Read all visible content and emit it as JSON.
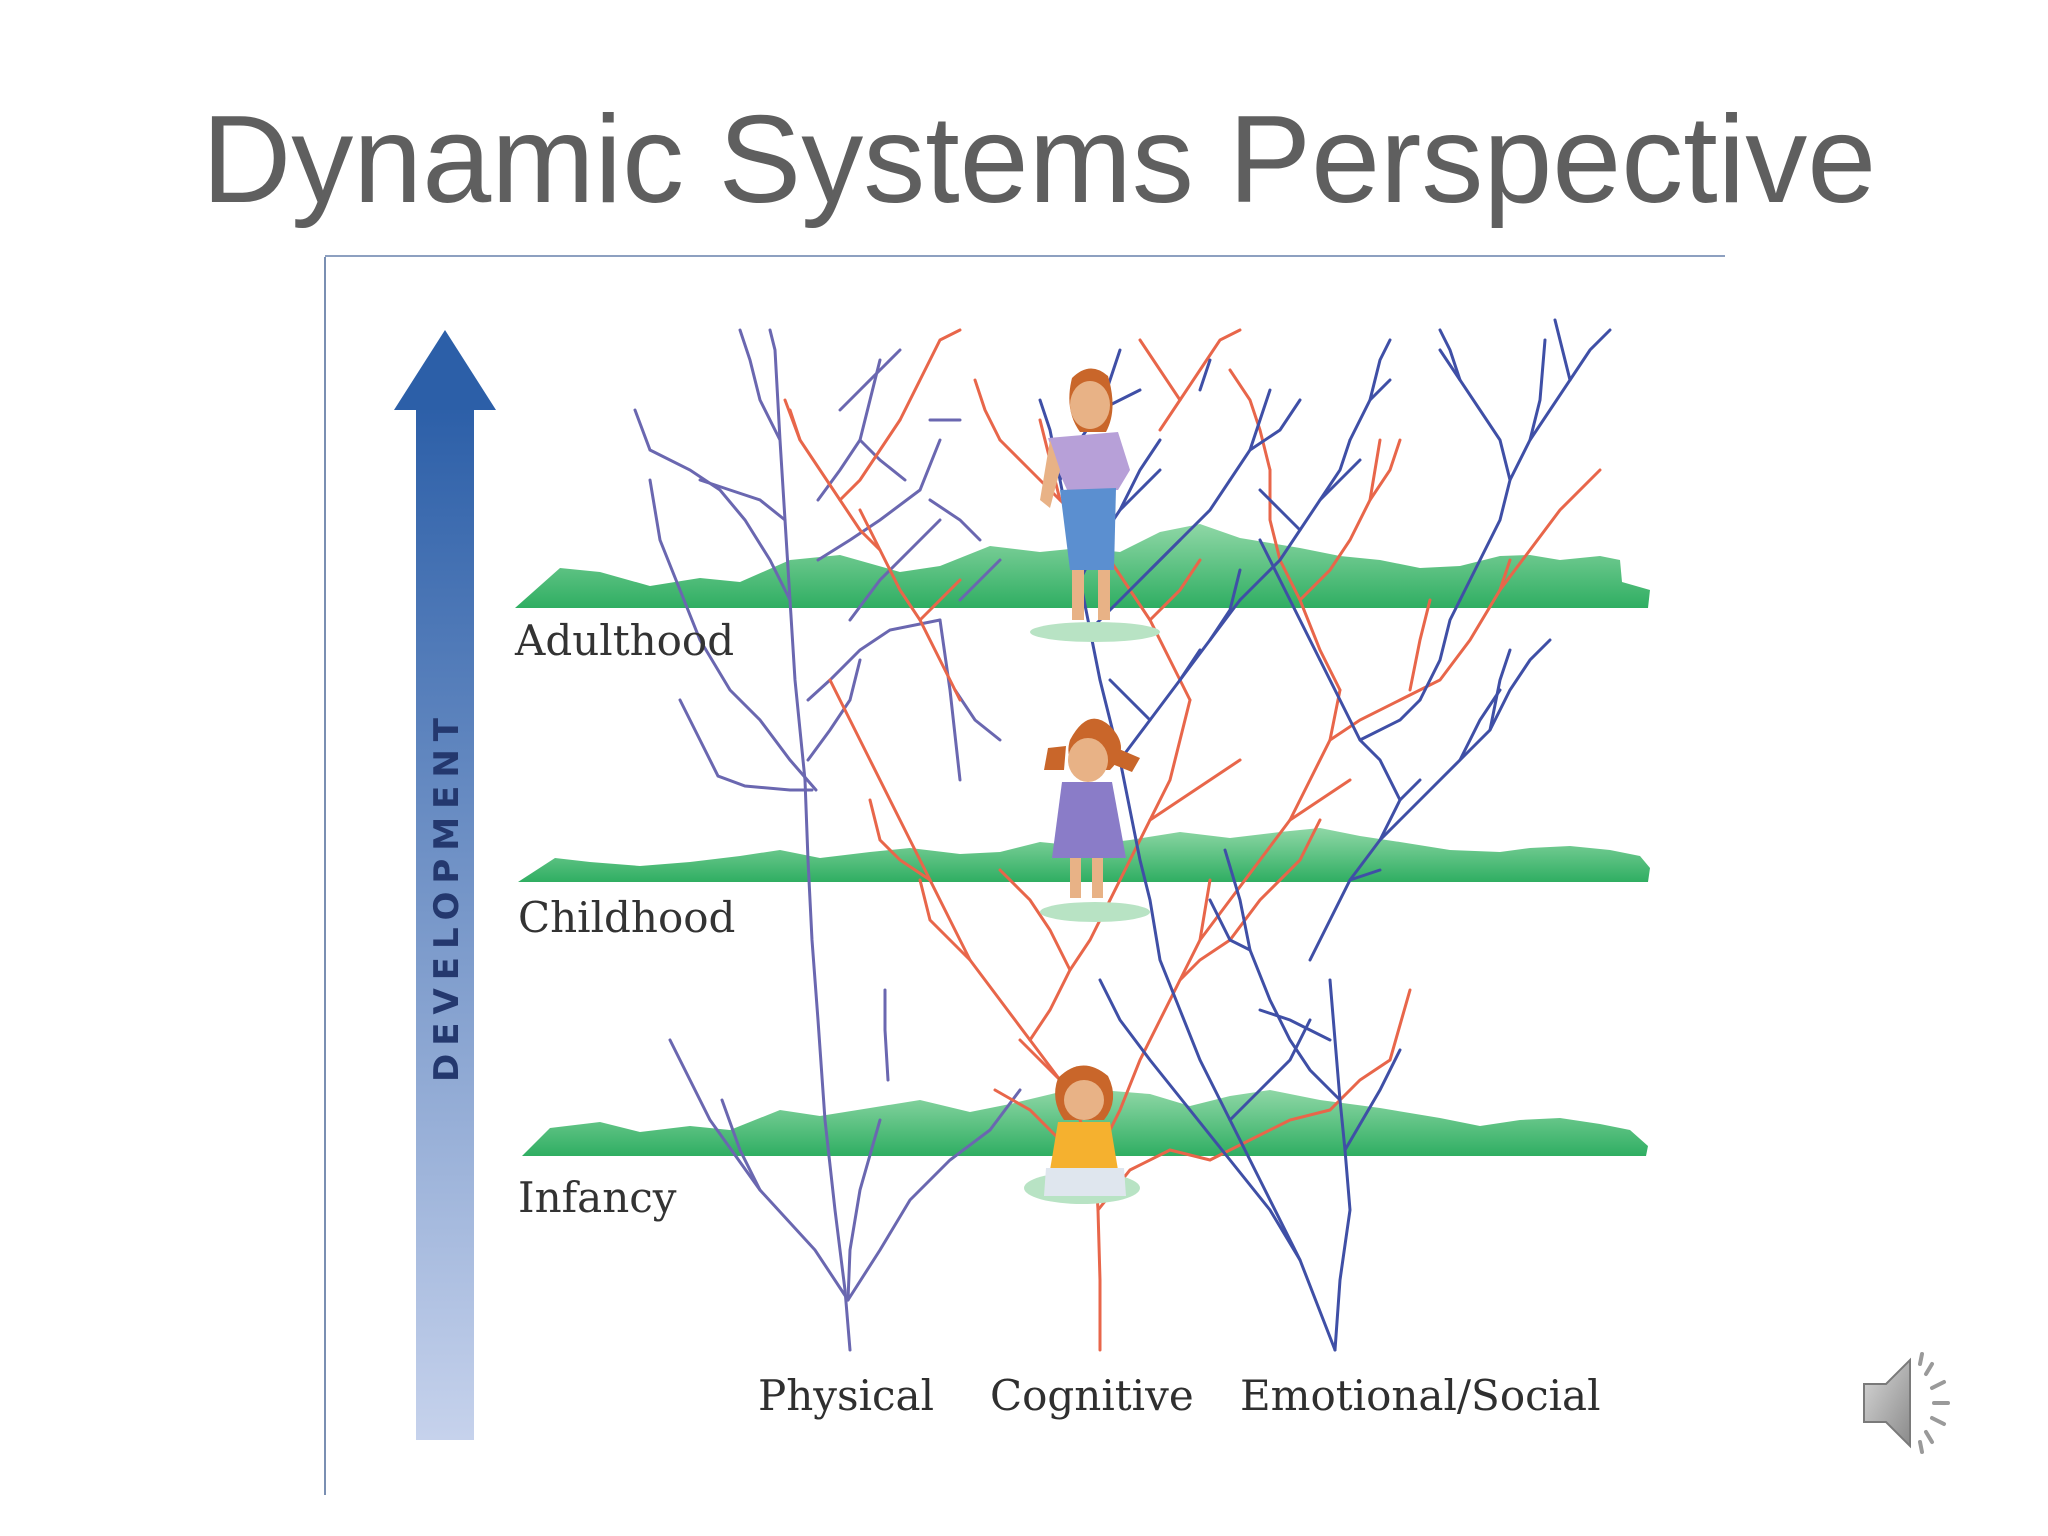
{
  "slide": {
    "title": "Dynamic Systems Perspective"
  },
  "diagram": {
    "axis_label": "DEVELOPMENT",
    "stages": [
      "Adulthood",
      "Childhood",
      "Infancy"
    ],
    "domains": [
      "Physical",
      "Cognitive",
      "Emotional/Social"
    ],
    "colors": {
      "physical_branches": "#6a67b0",
      "cognitive_branches": "#e8664a",
      "emotional_branches": "#3f4fa6",
      "ground": "#3fb56f",
      "arrow_top": "#2c5fa8",
      "arrow_bottom": "#c6d2ec"
    }
  },
  "controls": {
    "audio_icon": "speaker-icon"
  }
}
